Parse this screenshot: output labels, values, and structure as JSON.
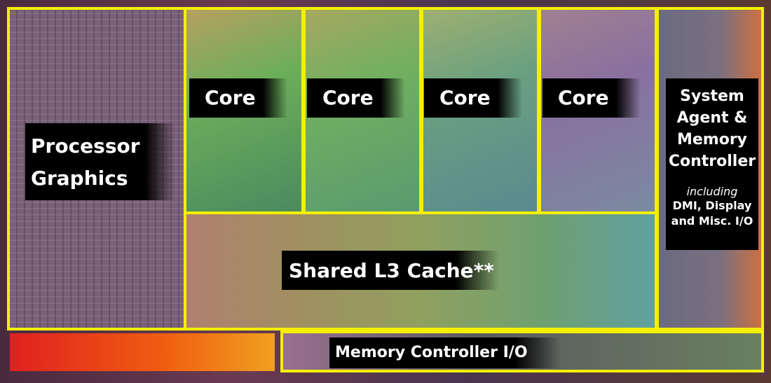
{
  "title": "Processor die map",
  "regions": {
    "graphics": "Processor Graphics",
    "cores": [
      "Core",
      "Core",
      "Core",
      "Core"
    ],
    "l3": "Shared L3 Cache**",
    "system_agent": {
      "lines": [
        "System",
        "Agent &",
        "Memory",
        "Controller"
      ],
      "note": "including",
      "detail": [
        "DMI, Display",
        "and Misc. I/O"
      ]
    },
    "memory_io": "Memory Controller I/O"
  },
  "colors": {
    "outline": "#f4f000",
    "label_bg": "#000000",
    "label_text": "#ffffff"
  }
}
